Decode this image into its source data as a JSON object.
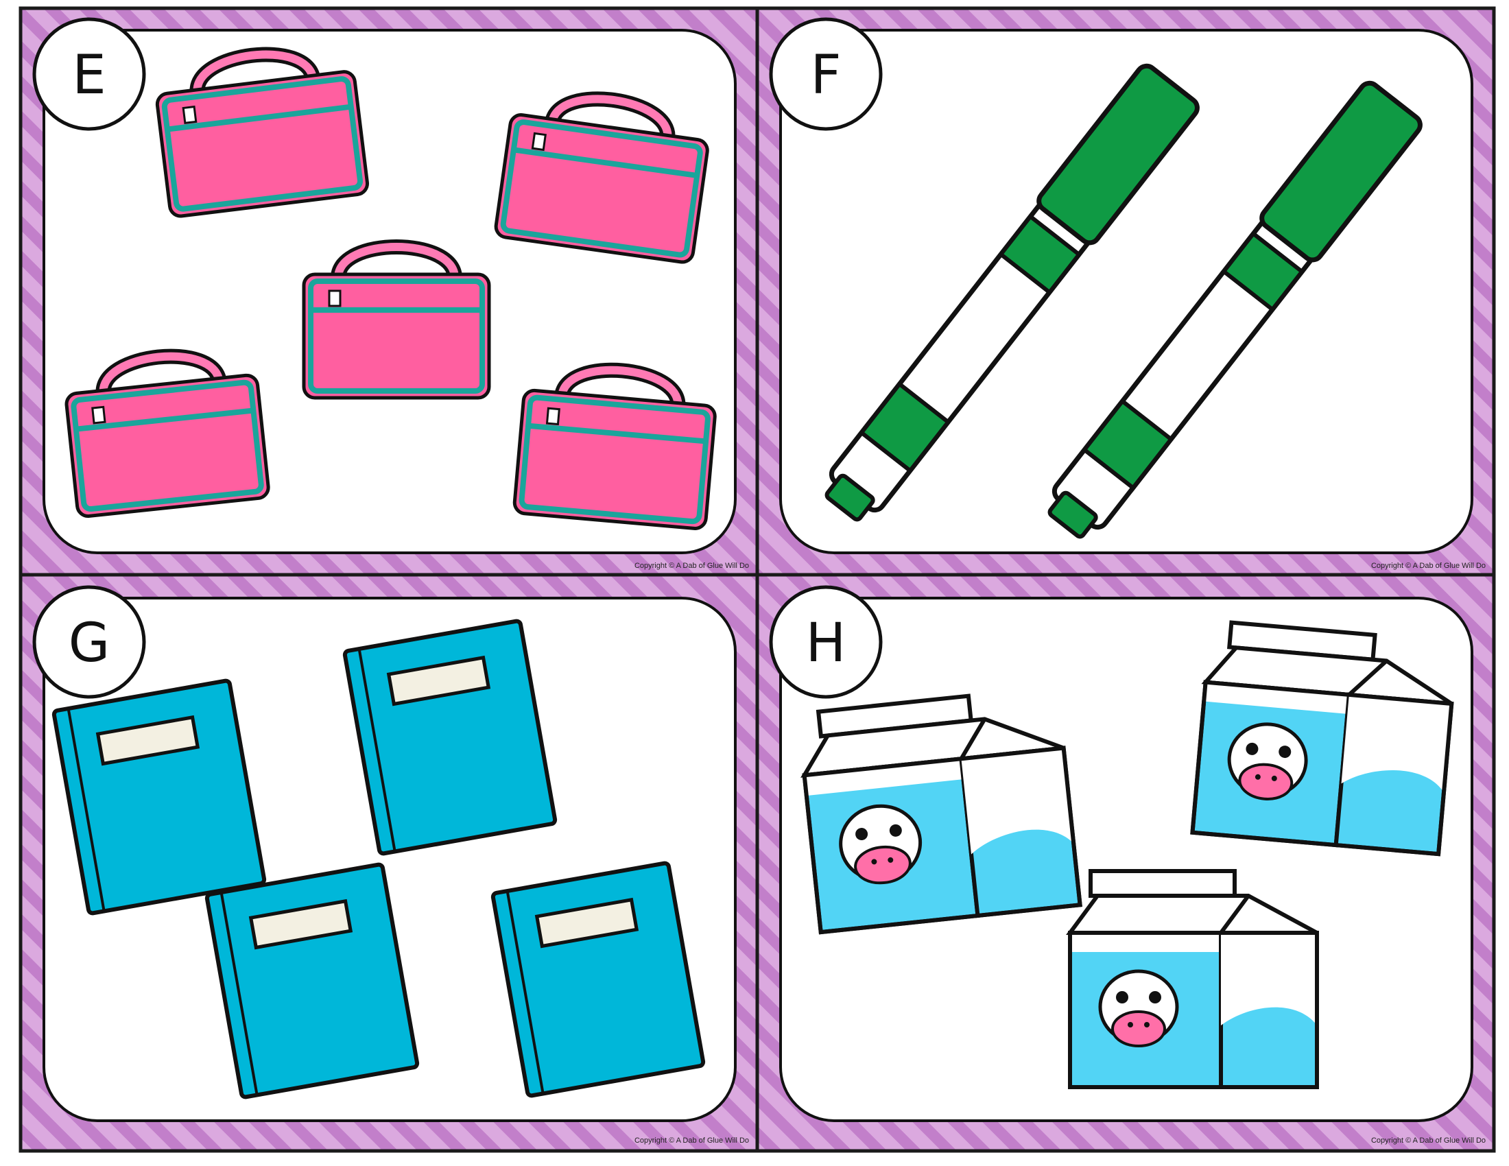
{
  "sheet": {
    "colors": {
      "border": "#1a1a1a",
      "stripe_light": "#dba9df",
      "stripe_dark": "#c27fca",
      "card_fill": "#ffffff"
    }
  },
  "cards": [
    {
      "letter": "E",
      "item_icon": "lunchbox-icon",
      "count": 5,
      "copyright": "Copyright © A Dab of Glue Will Do",
      "colors": {
        "body": "#ff5fa0",
        "trim": "#1aa59b",
        "handle": "#ff7ab4"
      }
    },
    {
      "letter": "F",
      "item_icon": "marker-icon",
      "count": 2,
      "copyright": "Copyright © A Dab of Glue Will Do",
      "colors": {
        "cap": "#0f9a44",
        "band": "#0f9a44",
        "barrel": "#ffffff"
      }
    },
    {
      "letter": "G",
      "item_icon": "notebook-icon",
      "count": 4,
      "copyright": "Copyright © A Dab of Glue Will Do",
      "colors": {
        "cover": "#00b7d9",
        "spine": "#19a6c4",
        "label": "#f3f0e2"
      }
    },
    {
      "letter": "H",
      "item_icon": "milk-carton-icon",
      "count": 3,
      "copyright": "Copyright © A Dab of Glue Will Do",
      "colors": {
        "panel": "#52d4f5",
        "cow_nose": "#ff6fa8",
        "carton": "#ffffff"
      }
    }
  ]
}
